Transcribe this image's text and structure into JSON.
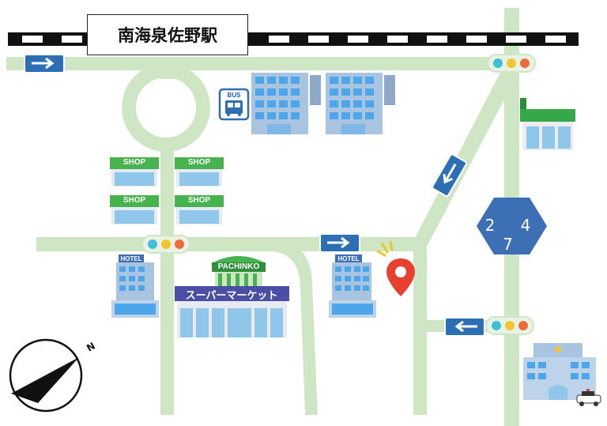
{
  "station": {
    "name": "南海泉佐野駅"
  },
  "route": {
    "number": "2 4 7"
  },
  "places": {
    "shop_label": "SHOP",
    "hotel_label": "HOTEL",
    "pachinko_label": "PACHINKO",
    "supermarket_label": "スーパーマーケット",
    "bus_label": "BUS"
  },
  "compass": {
    "north_label": "N"
  },
  "colors": {
    "road": "#cfe6c5",
    "building": "#a9c4e0",
    "window": "#4da6ea",
    "shop_green": "#46b34f",
    "route_shield": "#3d6fb5",
    "arrow_sign": "#2d6fb5",
    "pin": "#e8402f",
    "convenience_green": "#37a849",
    "rail": "#111111"
  },
  "icons": {
    "traffic_light": "traffic-light-icon",
    "arrow": "one-way-arrow-icon",
    "pin": "location-pin-icon",
    "bus": "bus-stop-icon",
    "compass": "compass-icon"
  }
}
